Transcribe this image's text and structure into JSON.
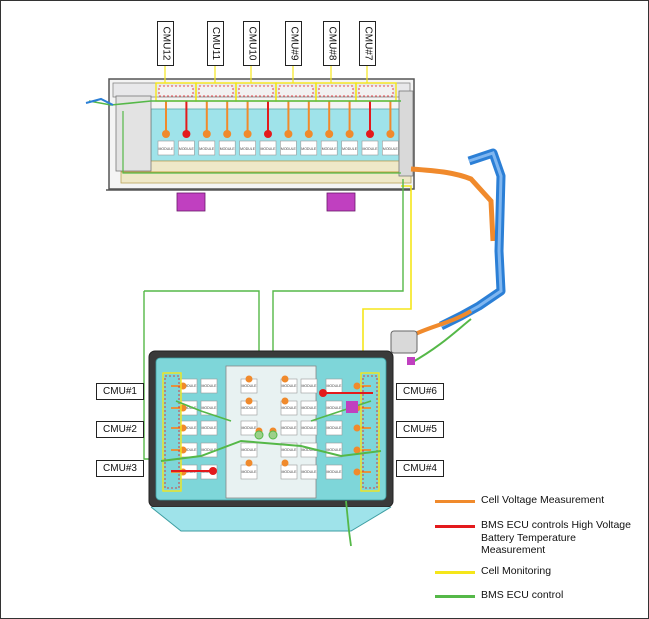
{
  "cmu_top": [
    {
      "id": "cmu12",
      "label": "CMU12"
    },
    {
      "id": "cmu11",
      "label": "CMU11"
    },
    {
      "id": "cmu10",
      "label": "CMU10"
    },
    {
      "id": "cmu9",
      "label": "CMU#9"
    },
    {
      "id": "cmu8",
      "label": "CMU#8"
    },
    {
      "id": "cmu7",
      "label": "CMU#7"
    }
  ],
  "cmu_left": [
    {
      "id": "cmu1",
      "label": "CMU#1"
    },
    {
      "id": "cmu2",
      "label": "CMU#2"
    },
    {
      "id": "cmu3",
      "label": "CMU#3"
    }
  ],
  "cmu_right": [
    {
      "id": "cmu6",
      "label": "CMU#6"
    },
    {
      "id": "cmu5",
      "label": "CMU#5"
    },
    {
      "id": "cmu4",
      "label": "CMU#4"
    }
  ],
  "module_label": "MODULE",
  "legend": [
    {
      "id": "cell-voltage",
      "label": "Cell Voltage Measurement",
      "color": "#f08a2c"
    },
    {
      "id": "temperature",
      "label": "BMS ECU controls High Voltage Battery Temperature Measurement",
      "color": "#e31a1c"
    },
    {
      "id": "cell-monitoring",
      "label": "Cell Monitoring",
      "color": "#f5e61a"
    },
    {
      "id": "ecu-control",
      "label": "BMS ECU control",
      "color": "#55b848"
    }
  ],
  "colors": {
    "cell_voltage": "#f08a2c",
    "temperature": "#e31a1c",
    "monitoring": "#f5e61a",
    "ecu": "#55b848",
    "module_fill": "#9fe3ea",
    "tray": "#7ed6d9",
    "housing": "#3a3a3a",
    "harness_blue": "#2b7fd6",
    "connector": "#c040c0"
  }
}
